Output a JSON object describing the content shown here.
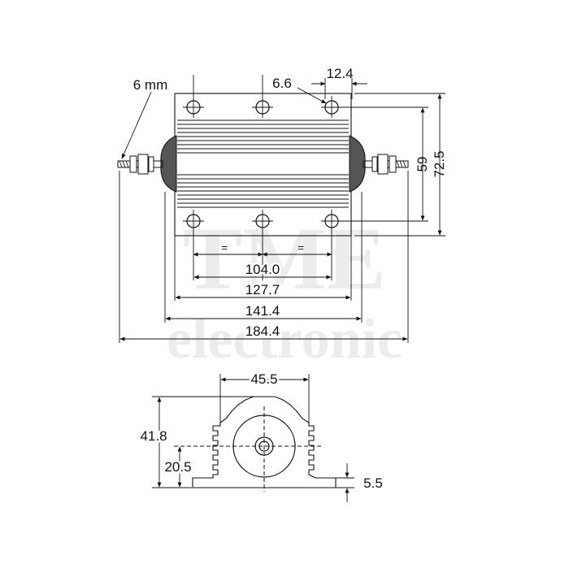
{
  "watermark": {
    "brand": "TME",
    "sub": "electronic"
  },
  "labels": {
    "wire": "6 mm",
    "hole": "6.6",
    "holeSpacing": "12.4",
    "height59": "59",
    "height725": "72.5",
    "eqLeft": "=",
    "eqRight": "=",
    "w1040": "104.0",
    "w1277": "127.7",
    "w1414": "141.4",
    "w1844": "184.4",
    "w455": "45.5",
    "h418": "41.8",
    "h205": "20.5",
    "h55": "5.5"
  }
}
